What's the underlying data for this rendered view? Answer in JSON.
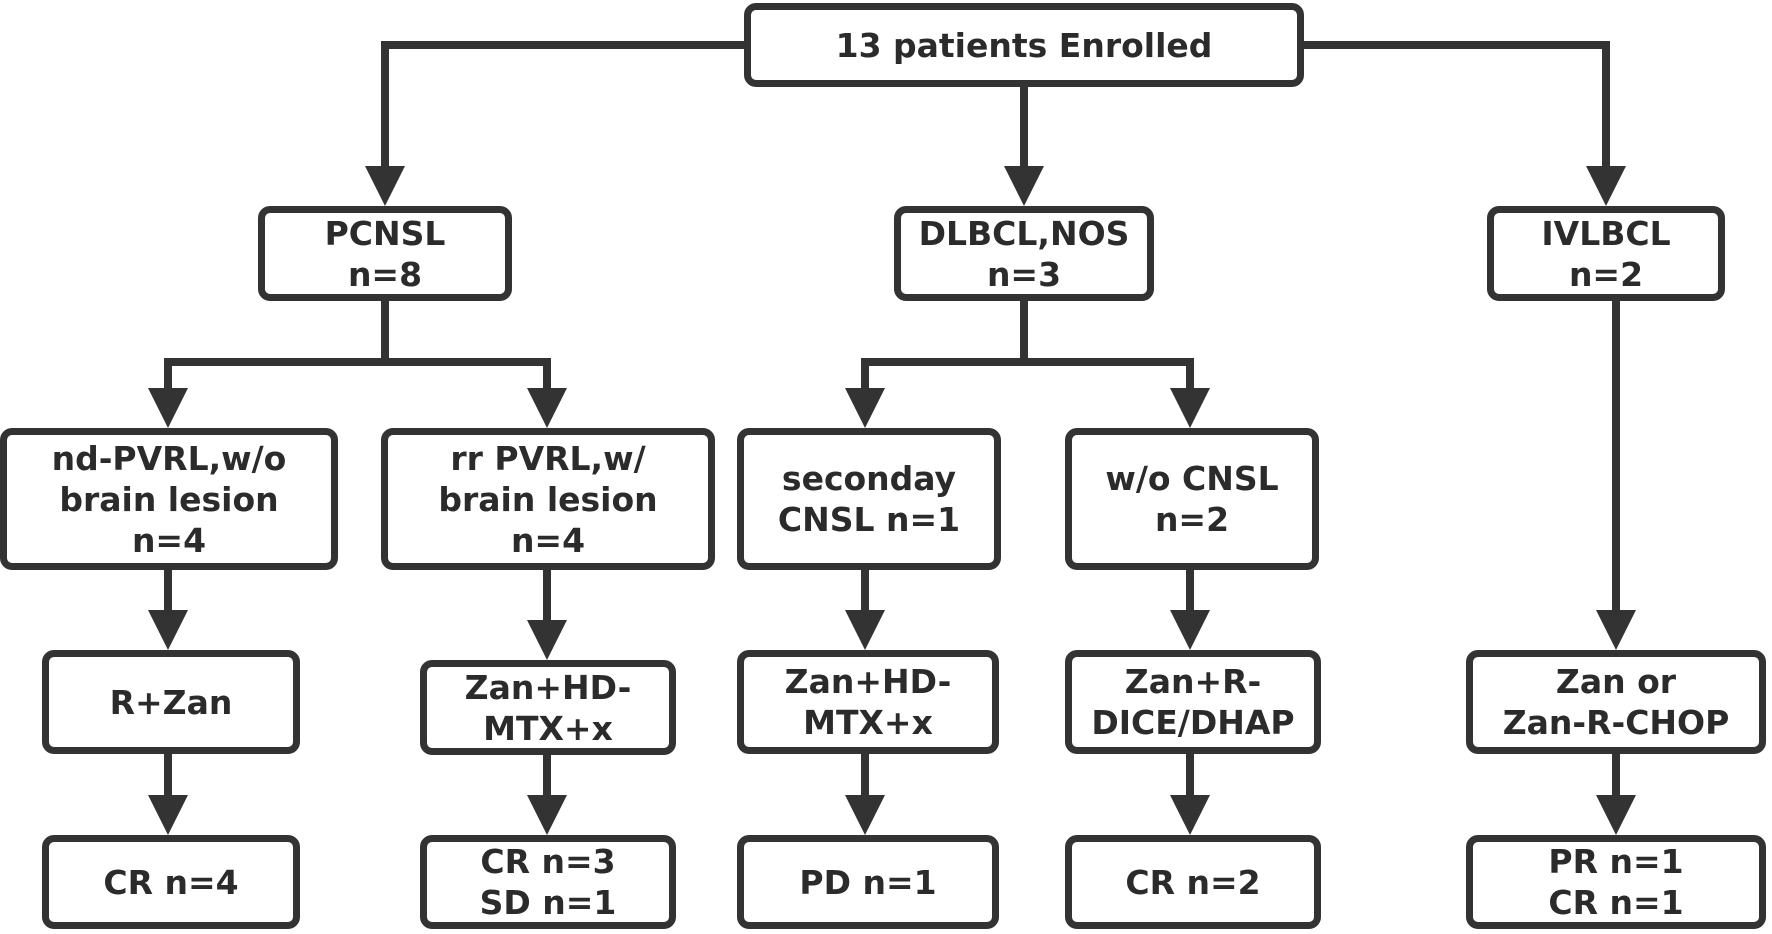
{
  "colors": {
    "stroke": "#333333",
    "text": "#2b2b2b",
    "fill": "#ffffff"
  },
  "nodes": {
    "root": {
      "lines": [
        "13 patients Enrolled"
      ]
    },
    "pcnsl": {
      "lines": [
        "PCNSL",
        "n=8"
      ]
    },
    "dlbcl": {
      "lines": [
        "DLBCL,NOS",
        "n=3"
      ]
    },
    "ivlbcl": {
      "lines": [
        "IVLBCL",
        "n=2"
      ]
    },
    "nd_pvrl": {
      "lines": [
        "nd-PVRL,w/o",
        "brain lesion",
        "n=4"
      ]
    },
    "rr_pvrl": {
      "lines": [
        "rr PVRL,w/",
        "brain lesion",
        "n=4"
      ]
    },
    "sec_cnsl": {
      "lines": [
        "seconday",
        "CNSL n=1"
      ]
    },
    "wo_cnsl": {
      "lines": [
        "w/o CNSL",
        "n=2"
      ]
    },
    "tx_rzan": {
      "lines": [
        "R+Zan"
      ]
    },
    "tx_zhd1": {
      "lines": [
        "Zan+HD-",
        "MTX+x"
      ]
    },
    "tx_zhd2": {
      "lines": [
        "Zan+HD-",
        "MTX+x"
      ]
    },
    "tx_zrd": {
      "lines": [
        "Zan+R-",
        "DICE/DHAP"
      ]
    },
    "tx_zor": {
      "lines": [
        "Zan or",
        "Zan-R-CHOP"
      ]
    },
    "out1": {
      "lines": [
        "CR n=4"
      ]
    },
    "out2": {
      "lines": [
        "CR n=3",
        "SD n=1"
      ]
    },
    "out3": {
      "lines": [
        "PD n=1"
      ]
    },
    "out4": {
      "lines": [
        "CR n=2"
      ]
    },
    "out5": {
      "lines": [
        "PR n=1",
        "CR n=1"
      ]
    }
  }
}
